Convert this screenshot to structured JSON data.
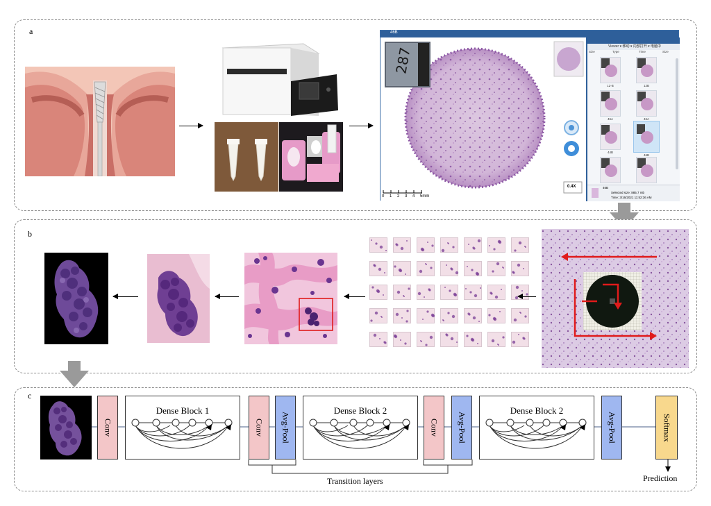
{
  "panels": {
    "a": "a",
    "b": "b",
    "c": "c"
  },
  "viewer": {
    "window_title": "46B",
    "side_menu": "Viewer ▾   移动 ▾   内部打开 ▾   电脑中",
    "side_cols": {
      "size": "Size",
      "type": "Type",
      "time": "Time",
      "size2": "Size"
    },
    "thumb_labels": [
      "12-B",
      "12B",
      "46A",
      "46A",
      "44B",
      "46B",
      "",
      ""
    ],
    "zoom": "0.4X",
    "scale_ticks": [
      "0",
      "1",
      "2",
      "3",
      "4",
      "5mm"
    ],
    "info_name": "46B",
    "info_size": "Selected size: 885.7 mb",
    "info_time": "Time: 3/16/2021 11:52:36 AM"
  },
  "network": {
    "conv_label": "Conv",
    "avgpool_label": "Avg-Pool",
    "dense_block_1": "Dense Block 1",
    "dense_block_2a": "Dense Block 2",
    "dense_block_2b": "Dense Block 2",
    "softmax": "Softmax",
    "transition_layers": "Transition layers",
    "prediction": "Prediction"
  },
  "colors": {
    "conv": "#f3c6c8",
    "pool": "#9fb7f0",
    "softmax": "#f8d88d",
    "stain": "#7a3d96",
    "highlight": "#e01b1b",
    "process_arrow": "#9a9a9a"
  }
}
